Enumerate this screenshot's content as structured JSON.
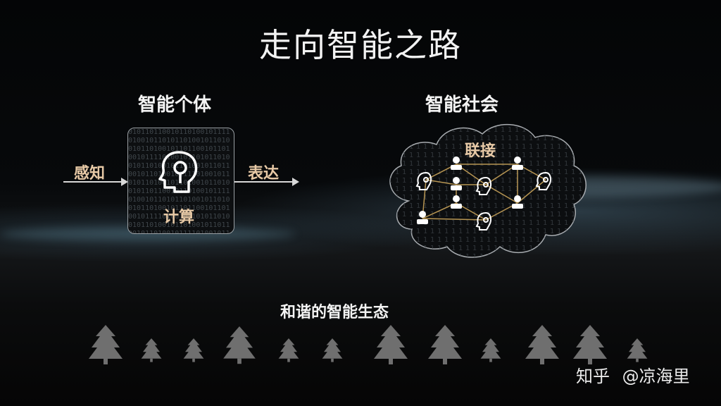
{
  "slide": {
    "title": "走向智能之路",
    "left_panel": {
      "heading": "智能个体",
      "input_label": "感知",
      "process_label": "计算",
      "output_label": "表达"
    },
    "right_panel": {
      "heading": "智能社会",
      "network_label": "联接"
    },
    "bottom_panel": {
      "heading": "和谐的智能生态"
    }
  },
  "watermark": {
    "site": "知乎",
    "author": "@凉海里"
  },
  "icons": [
    "head-circuit-icon",
    "person-icon",
    "tree-icon",
    "cloud-icon",
    "arrow-right-icon"
  ],
  "colors": {
    "accent_gold": "#e7c9a6",
    "connector": "#b79552",
    "tree": "#6f6f6f"
  }
}
